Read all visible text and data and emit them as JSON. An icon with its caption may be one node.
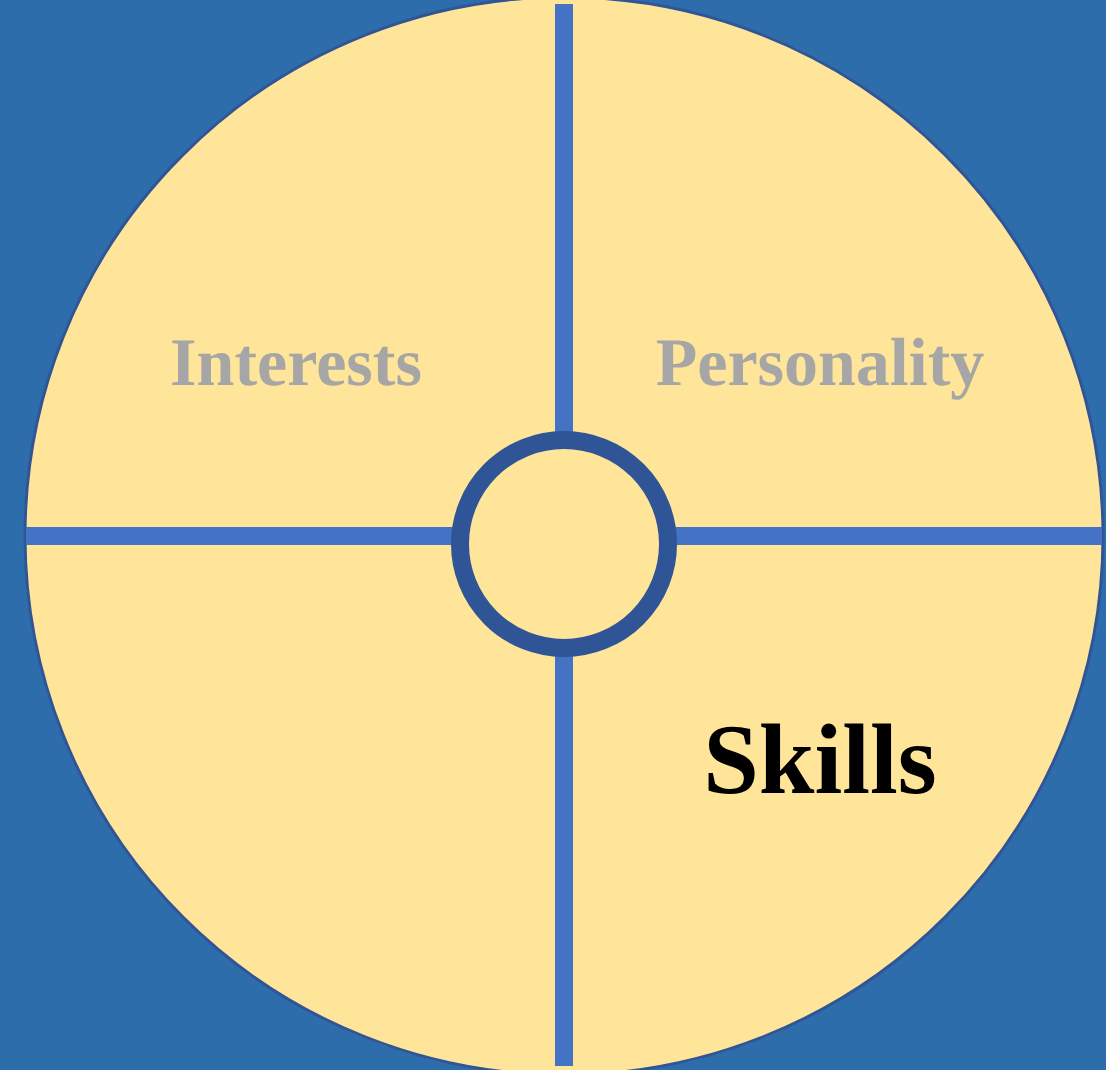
{
  "diagram": {
    "nodes": [
      {
        "text": [
          "Interests"
        ]
      },
      {
        "text": [
          "Personality"
        ]
      },
      {
        "text": [],
        "shape": "sector"
      },
      {
        "text": [
          "Skills"
        ]
      },
      {
        "text": [],
        "shape": "circle"
      }
    ]
  }
}
